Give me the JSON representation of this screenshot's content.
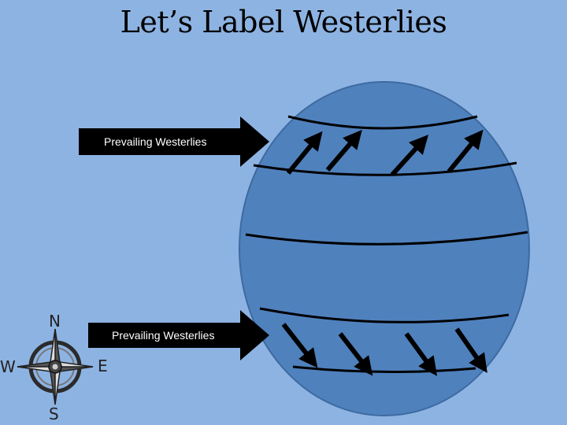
{
  "slide": {
    "title": "Let’s Label Westerlies",
    "top_arrow_label": "Prevailing Westerlies",
    "bottom_arrow_label": "Prevailing Westerlies"
  },
  "compass": {
    "north": "N",
    "south": "S",
    "east": "E",
    "west": "W"
  },
  "colors": {
    "background": "#8db3e2",
    "globe": "#4f81bd",
    "label_arrow": "#000000"
  }
}
